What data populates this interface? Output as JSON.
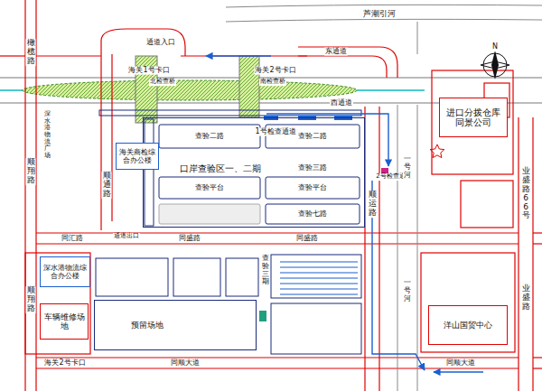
{
  "diagram": {
    "nodes": [
      {
        "text": [
          "口岸查验区一、二期"
        ]
      },
      {
        "text": [
          "海关商检综合办公楼"
        ]
      },
      {
        "text": [
          "深水港物流综合办公楼"
        ]
      },
      {
        "text": [
          "预留场地"
        ]
      },
      {
        "text": [
          "车辆维修场地"
        ]
      },
      {
        "text": [
          "进口分拨仓库",
          "同景公司"
        ]
      },
      {
        "text": [
          "洋山国贸中心"
        ]
      }
    ],
    "labels": [
      "芦潮引河",
      "通道入口",
      "海关1号卡口",
      "北检查桥",
      "海关2号卡口",
      "南检查桥",
      "东通道",
      "西通道",
      "1号检查通道",
      "2号检查通道",
      "橄榄路",
      "顺翔路",
      "顺翔路",
      "顺通路",
      "深水港物流广场",
      "顺运路",
      "一号河",
      "一号河",
      "业盛路66号",
      "业盛路",
      "同汇路",
      "同盛路",
      "同盛路",
      "同顺大道",
      "同顺大道",
      "海关2号卡口",
      "通道出口",
      "查验二路",
      "查验二路",
      "查验三路",
      "查验平台",
      "查验平台",
      "查验七路",
      "查验三期",
      "N"
    ]
  }
}
